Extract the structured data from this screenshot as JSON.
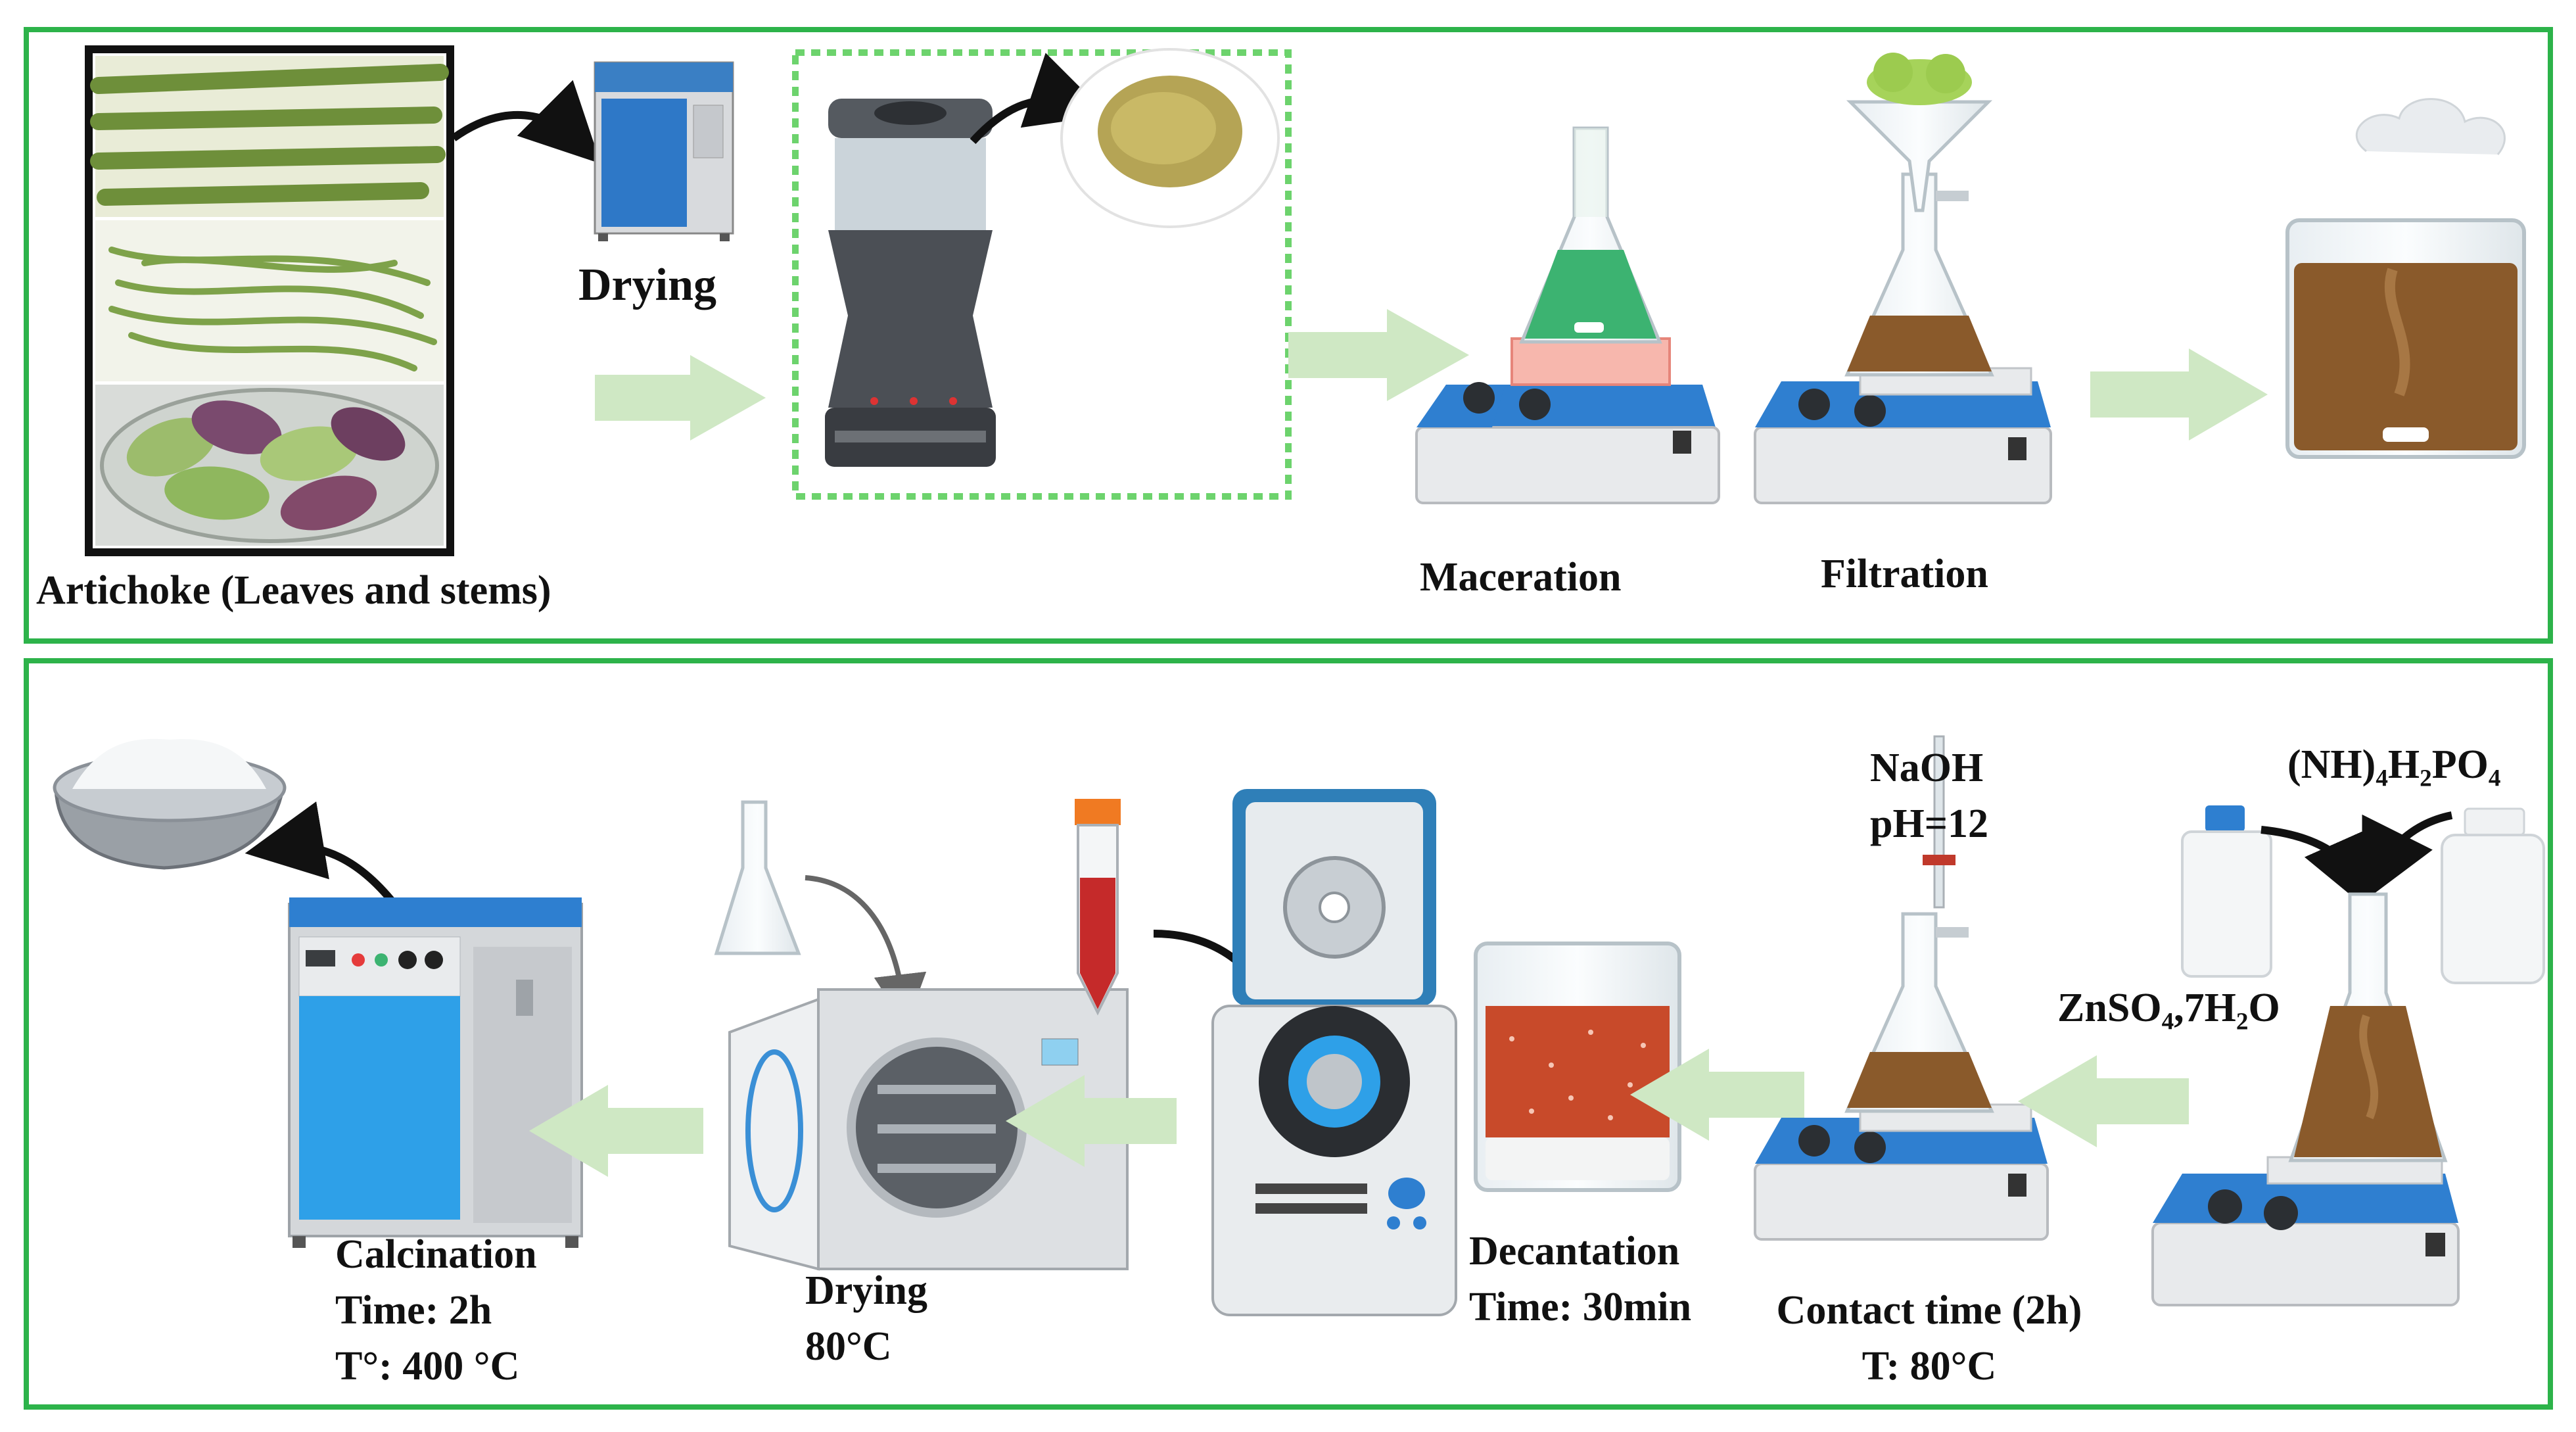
{
  "panels": {
    "top": {
      "labels": {
        "artichoke": "Artichoke (Leaves and stems)",
        "drying": "Drying",
        "maceration": "Maceration",
        "filtration": "Filtration"
      }
    },
    "bottom": {
      "labels": {
        "calcination": "Calcination",
        "calcination_time": "Time: 2h",
        "calcination_temp": "T°: 400 °C",
        "drying": "Drying",
        "drying_temp": "80°C",
        "decantation": "Decantation",
        "decantation_time": "Time: 30min",
        "contact_time": "Contact time (2h)",
        "contact_temp": "T: 80°C",
        "naoh": "NaOH",
        "ph": "pH=12",
        "zinc_sulfate": "ZnSO₄,7H₂O",
        "ammonium_phosphate": "(NH)₄H₂PO₄"
      }
    }
  },
  "colors": {
    "panel_border": "#2db34a",
    "flow_arrow": "#cfe8c4",
    "selection_box": "#6dd36d",
    "extract_brown": "#8a5a2b",
    "green_solution": "#3cb371",
    "stirrer_blue": "#2f7fd0"
  }
}
